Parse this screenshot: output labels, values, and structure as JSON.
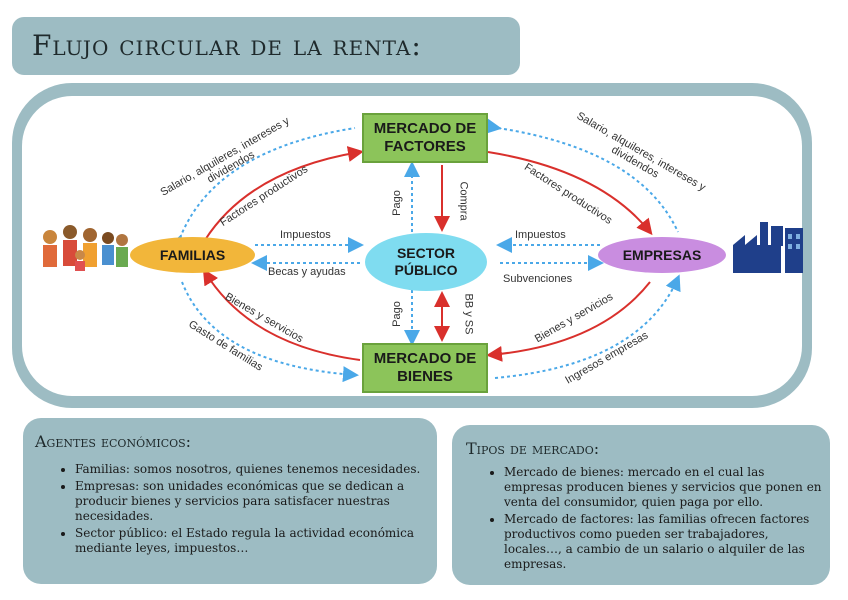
{
  "title": "Flujo circular de la renta:",
  "diagram": {
    "mercado_factores": "MERCADO DE FACTORES",
    "mercado_bienes": "MERCADO DE BIENES",
    "familias": "FAMILIAS",
    "empresas": "EMPRESAS",
    "sector_publico": "SECTOR PÚBLICO",
    "labels": {
      "salario_left": "Salario, alquileres, intereses y dividendos",
      "salario_right": "Salario, alquileres, intereses y dividendos",
      "factores_left": "Factores productivos",
      "factores_right": "Factores productivos",
      "impuestos_left": "Impuestos",
      "impuestos_right": "Impuestos",
      "becas": "Becas y ayudas",
      "subvenciones": "Subvenciones",
      "pago_top": "Pago",
      "compra": "Compra",
      "pago_bottom": "Pago",
      "bbss": "BB y SS",
      "bienes_left": "Bienes y servicios",
      "bienes_right": "Bienes y servicios",
      "gasto": "Gasto de familias",
      "ingresos": "Ingresos empresas"
    }
  },
  "agentes": {
    "title": "Agentes económicos:",
    "items": [
      "Familias: somos nosotros, quienes tenemos necesidades.",
      "Empresas: son unidades económicas que se dedican a producir bienes y servicios para satisfacer nuestras necesidades.",
      "Sector público: el Estado regula la actividad económica mediante leyes, impuestos…"
    ]
  },
  "tipos": {
    "title": "Tipos de mercado:",
    "items": [
      "Mercado de bienes: mercado en el cual las empresas producen bienes y servicios que ponen en venta del consumidor, quien paga por ello.",
      "Mercado de factores: las familias ofrecen factores productivos como pueden ser trabajadores, locales…, a cambio de un salario o alquiler de las empresas."
    ]
  },
  "colors": {
    "frame": "#9dbcc3",
    "green": "#8cc45a",
    "orange": "#f2b63a",
    "cyan": "#7fdcf0",
    "purple": "#c98de0",
    "red": "#d9302c",
    "blue": "#4aa8e8"
  }
}
